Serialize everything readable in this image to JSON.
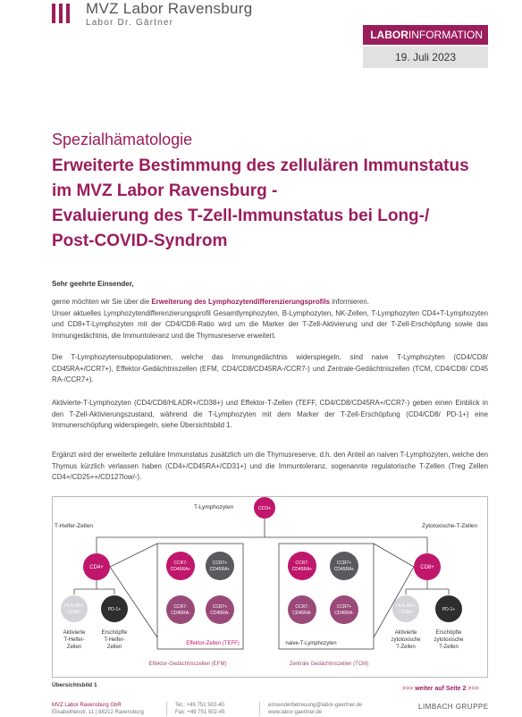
{
  "header": {
    "logo_title": "MVZ Labor Ravensburg",
    "logo_sub": "Labor Dr. Gärtner",
    "labinfo_bold": "LABOR",
    "labinfo_rest": "INFORMATION",
    "date": "19. Juli 2023"
  },
  "section_label": "Spezialhämatologie",
  "headline": {
    "line1": "Erweiterte Bestimmung des zellulären Immunstatus",
    "line2": "im MVZ Labor Ravensburg -",
    "line3": "Evaluierung des T-Zell-Immunstatus bei Long-/",
    "line4": "Post-COVID-Syndrom"
  },
  "greeting": "Sehr geehrte Einsender,",
  "para1": {
    "pre": "gerne möchten wir Sie über die ",
    "highlight": "Erweiterung des Lymphozytendifferenzierungsprofils",
    "post": " informieren.",
    "rest": "Unser aktuelles Lymphozytendifferenzierungsprofil Gesamtlymphozyten, B-Lymphozyten, NK-Zellen, T-Lymphozyten CD4+T-Lymphozyten und CD8+T-Lymphozyten mit der CD4/CD8-Ratio wird um die Marker der T-Zell-Aktivierung und der T-Zell-Erschöpfung sowie das Immungedächtnis, die Immuntoleranz und die Thymusreserve erweitert."
  },
  "para2": "Die T-Lymphozytensubpopulationen, welche das Immungedächtnis widerspiegeln, sind naive T-Lymphozyten (CD4/CD8/ CD45RA+/CCR7+), Effektor-Gedächtniszellen (EFM, CD4/CD8/CD45RA-/CCR7-) und Zentrale-Gedächtniszellen (TCM, CD4/CD8/ CD45 RA-/CCR7+).",
  "para3": "Aktivierte-T-Lymphozyten (CD4/CD8/HLADR+/CD38+) und Effektor-T-Zellen (TEFF, CD4/CD8/CD45RA+/CCR7-) geben einen Einblick in den T-Zell-Aktivierungszustand, während die T-Lymphozyten mit dem Marker der T-Zell-Erschöpfung (CD4/CD8/ PD-1+) eine Immunerschöpfung widerspiegeln, siehe Übersichtsbild 1.",
  "para4": "Ergänzt wird der erweiterte zelluläre Immunstatus zusätzlich um die Thymusreserve, d.h. den Anteil an naiven T-Lymphozyten, welche den Thymus kürzlich verlassen haben (CD4+/CD45RA+/CD31+) und die Immuntoleranz, sogenannte regulatorische T-Zellen (Treg Zellen CD4+/CD25++/CD127low/-).",
  "diagram": {
    "t_lymph_label": "T-Lymphozyten",
    "cd3": "CD3+",
    "helper_label": "T-Helfer-Zellen",
    "cytotox_label": "Zytotoxische-T-Zellen",
    "cd4": "CD4+",
    "cd8": "CD8+",
    "box_ccr7_cd45ra_pos_neg_1": "CCR7-",
    "box_ccr7_cd45ra_pos_neg_2": "CD45RA+",
    "ccr7p_1": "CCR7+",
    "ccr7p_2": "CD45RA+",
    "ccr7m_1": "CCR7-",
    "ccr7m_2": "CD45RA-",
    "ccr7pm_1": "CCR7+",
    "ccr7pm_2": "CD45RA-",
    "hla_1": "HLA-DR+",
    "hla_2": "CD38+",
    "pd1": "PD-1+",
    "act_helper_1": "Aktivierte",
    "act_helper_2": "T-Helfer-",
    "act_helper_3": "Zellen",
    "exh_helper_1": "Erschöpfte",
    "exh_helper_2": "T-Helfer-",
    "exh_helper_3": "Zellen",
    "act_cyto_1": "Aktivierte",
    "act_cyto_2": "zytotoxische",
    "act_cyto_3": "T-Zellen",
    "exh_cyto_1": "Erschöpfte",
    "exh_cyto_2": "zytotoxische",
    "exh_cyto_3": "T-Zellen",
    "teff_label": "Effektor-Zellen (TEFF)",
    "naive_label": "naive-T-Lymphozyten",
    "efm_label": "Effektor-Gedächtniszellen (EFM)",
    "tcm_label": "Zentrale Gedächtniszellen (TCM)",
    "colors": {
      "magenta": "#c0166c",
      "dark": "#5a5a5e",
      "mauve": "#9a4a78",
      "light": "#d4d4d8",
      "black": "#2e2e30"
    }
  },
  "caption": "Übersichtsbild 1",
  "next_page": {
    "pre": ">>> ",
    "bold": "weiter auf Seite 2",
    "post": " >>>"
  },
  "footer": {
    "company": "MVZ Labor Ravensburg GbR",
    "address": "Elisabethenstr. 11  |  88212 Ravensburg",
    "tel": "Tel.: +49 751 502-40",
    "fax": "Fax: +49 751 502-45",
    "email": "einsenderbetreuung@labor-gaertner.de",
    "web": "www.labor-gaertner.de",
    "brand": "LIMBACH GRUPPE"
  }
}
